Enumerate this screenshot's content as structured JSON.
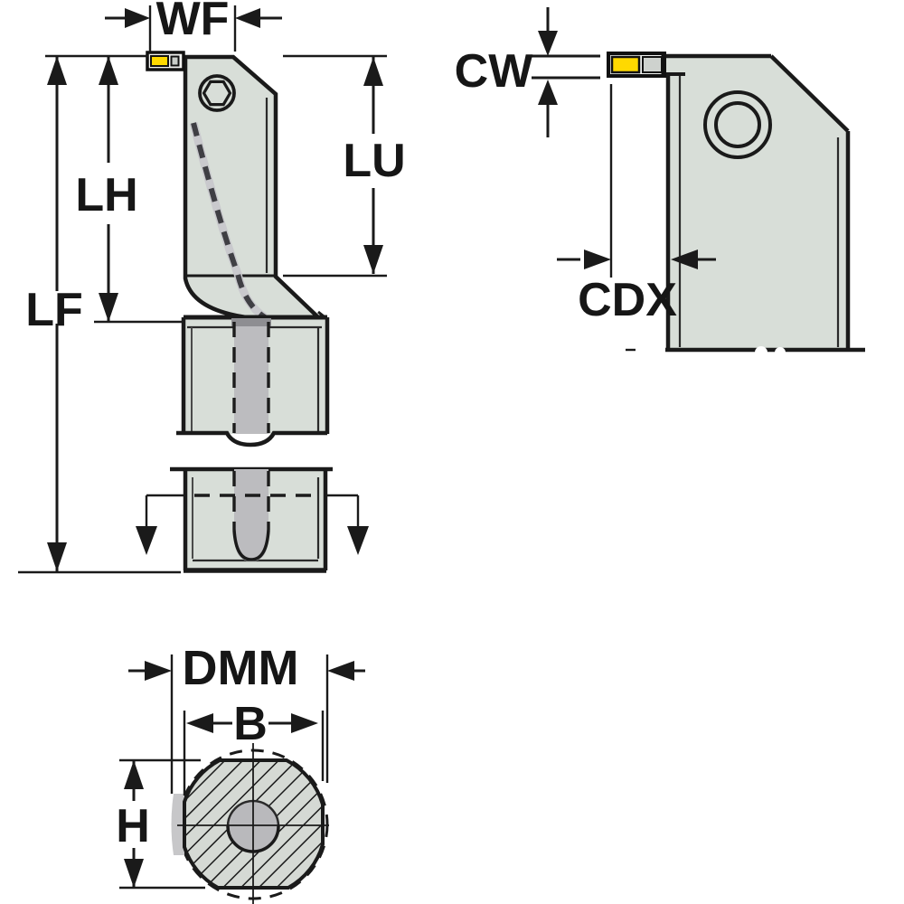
{
  "drawing": {
    "front_view": {
      "wf": "WF",
      "lh": "LH",
      "lf": "LF",
      "lu": "LU"
    },
    "side_view": {
      "cw": "CW",
      "cdx": "CDX"
    },
    "section_view": {
      "dmm": "DMM",
      "b": "B",
      "h": "H"
    },
    "colors": {
      "insert_yellow": "#FFD900",
      "body_gray": "#D8DED8",
      "channel_gray": "#BCBCBF",
      "hole_gray": "#B9B9BC",
      "hatch_fill": "#D5D9D4",
      "outline_black": "#1A1A1A",
      "background": "#FFFFFF"
    }
  }
}
